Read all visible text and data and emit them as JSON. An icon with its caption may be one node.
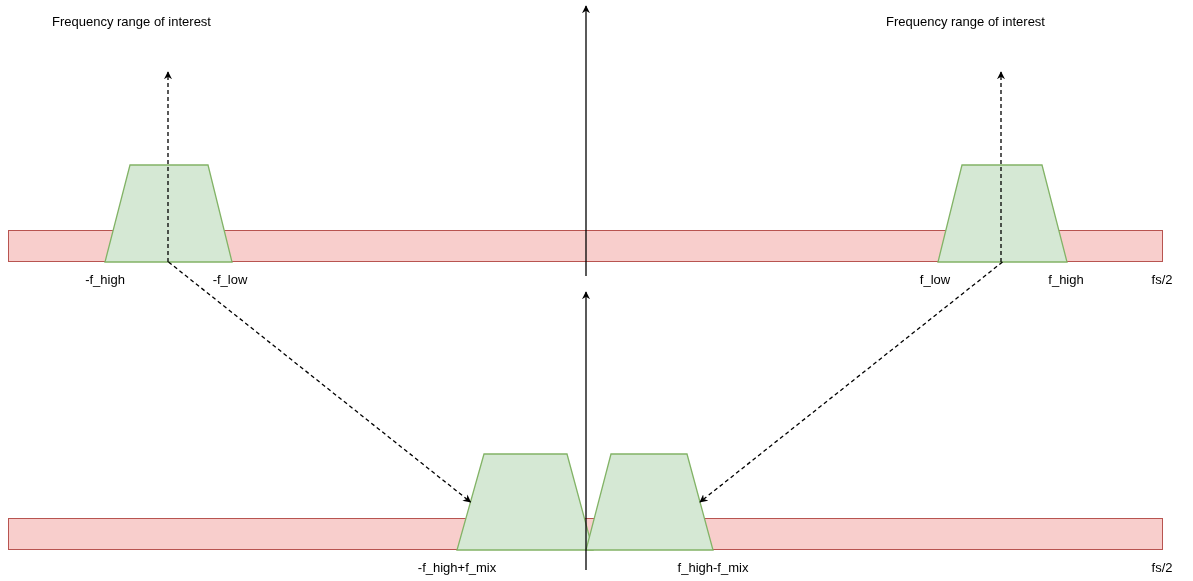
{
  "diagram": {
    "nodes": [
      {
        "text": [],
        "shape": "trapezoid"
      },
      {
        "text": [],
        "shape": "trapezoid"
      },
      {
        "text": [],
        "shape": "bar"
      },
      {
        "text": [],
        "shape": "trapezoid"
      },
      {
        "text": [],
        "shape": "trapezoid"
      },
      {
        "text": [],
        "shape": "bar"
      }
    ],
    "edges": [
      {
        "from": 0,
        "to": 3,
        "arrow": "to",
        "style": "dashed"
      },
      {
        "from": 1,
        "to": 4,
        "arrow": "to",
        "style": "dashed"
      }
    ],
    "labels": [
      "Frequency range of interest",
      "Frequency range of interest",
      "-f_high",
      "-f_low",
      "f_low",
      "f_high",
      "fs/2",
      "-f_high+f_mix",
      "f_high-f_mix",
      "fs/2"
    ]
  }
}
